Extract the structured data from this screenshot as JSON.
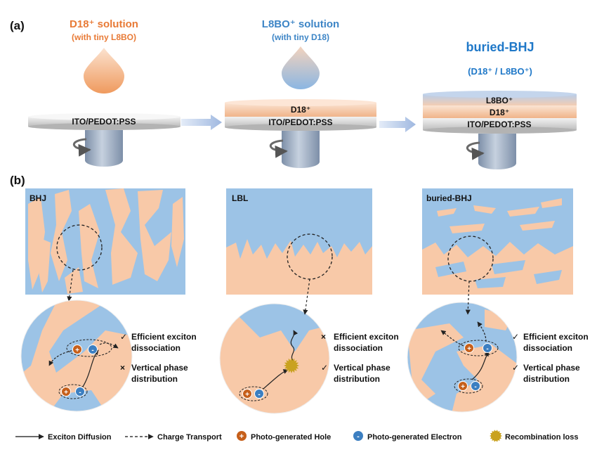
{
  "panel_a": {
    "label": "(a)",
    "step1": {
      "title": "D18⁺ solution",
      "subtitle": "(with tiny L8BO)",
      "layer": "ITO/PEDOT:PSS"
    },
    "step2": {
      "title": "L8BO⁺ solution",
      "subtitle": "(with tiny D18)",
      "layer_top": "D18⁺",
      "layer": "ITO/PEDOT:PSS"
    },
    "step3": {
      "title": "buried-BHJ",
      "subtitle": "(D18⁺ / L8BO⁺)",
      "layer_top": "L8BO⁺",
      "layer_mid": "D18⁺",
      "layer": "ITO/PEDOT:PSS"
    }
  },
  "panel_b": {
    "label": "(b)",
    "morph1": {
      "title": "BHJ",
      "check1": "✓",
      "check1_text": [
        "Efficient exciton",
        "dissociation"
      ],
      "check2": "×",
      "check2_text": [
        "Vertical phase",
        "distribution"
      ]
    },
    "morph2": {
      "title": "LBL",
      "check1": "×",
      "check1_text": [
        "Efficient exciton",
        "dissociation"
      ],
      "check2": "✓",
      "check2_text": [
        "Vertical phase",
        "distribution"
      ]
    },
    "morph3": {
      "title": "buried-BHJ",
      "check1": "✓",
      "check1_text": [
        "Efficient exciton",
        "dissociation"
      ],
      "check2": "✓",
      "check2_text": [
        "Vertical phase",
        "distribution"
      ]
    }
  },
  "legend": {
    "exciton": "Exciton Diffusion",
    "charge": "Charge Transport",
    "hole": "Photo-generated Hole",
    "electron": "Photo-generated Electron",
    "recomb": "Recombination loss",
    "hole_symbol": "+",
    "electron_symbol": "-"
  },
  "colors": {
    "donor_orange": "#e87a36",
    "acceptor_blue": "#3d85c6",
    "phase_peach": "#f8c9a8",
    "phase_blue": "#9cc3e6",
    "hole_fill": "#c65f1a",
    "electron_fill": "#3c7fc1",
    "recomb_fill": "#c9a220"
  }
}
